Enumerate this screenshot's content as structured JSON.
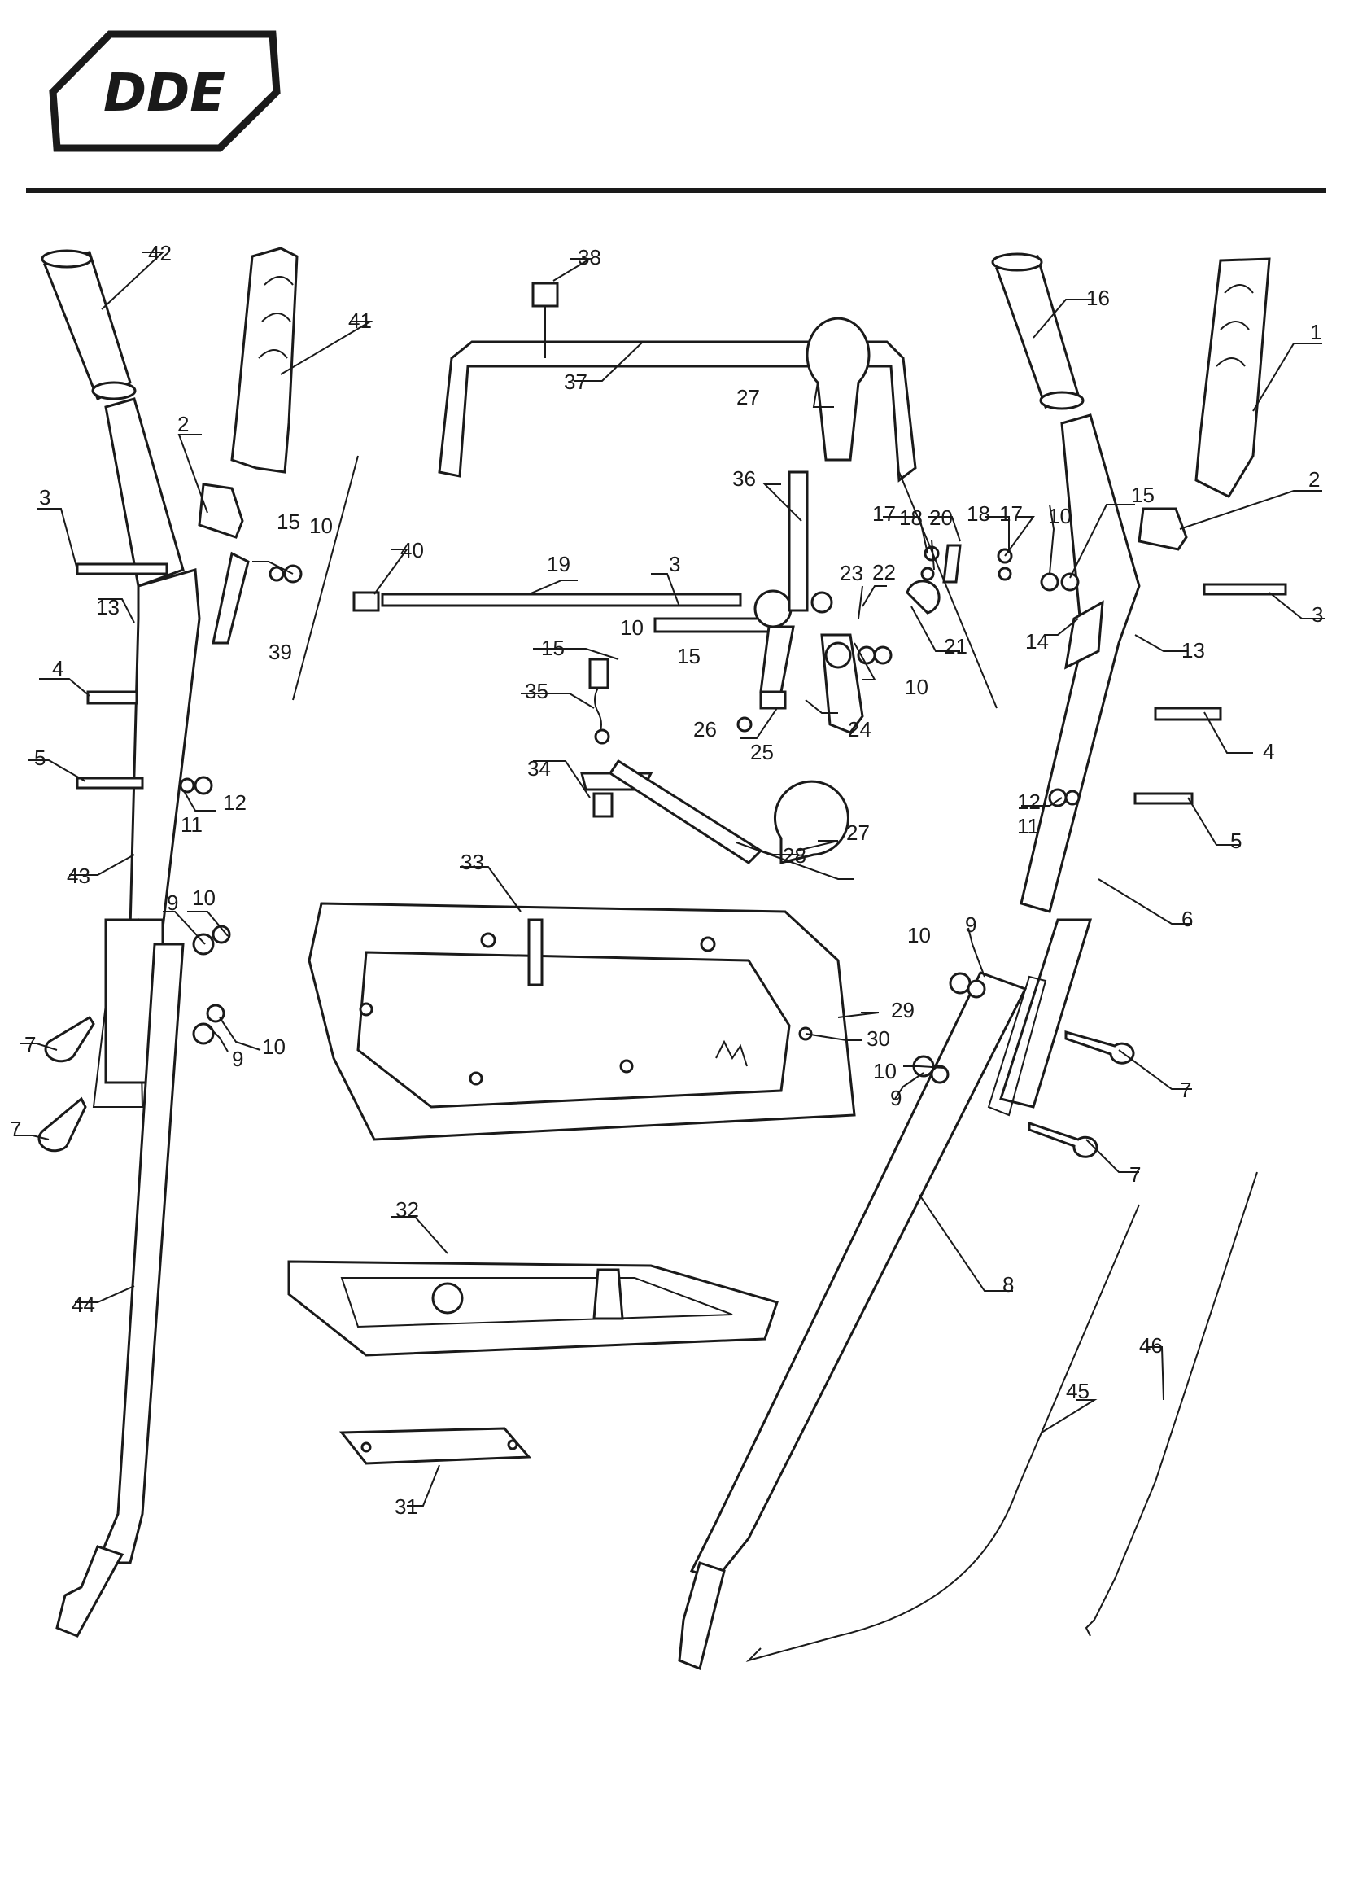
{
  "brand": {
    "logo_text": "DDE"
  },
  "colors": {
    "ink": "#1a1a1a",
    "paper": "#ffffff"
  },
  "callouts": [
    "1",
    "2",
    "3",
    "4",
    "5",
    "6",
    "7",
    "8",
    "9",
    "10",
    "11",
    "12",
    "13",
    "14",
    "15",
    "16",
    "17",
    "18",
    "19",
    "20",
    "21",
    "22",
    "23",
    "24",
    "25",
    "26",
    "27",
    "28",
    "29",
    "30",
    "31",
    "32",
    "33",
    "34",
    "35",
    "36",
    "37",
    "38",
    "39",
    "40",
    "41",
    "42",
    "43",
    "44",
    "45",
    "46"
  ]
}
